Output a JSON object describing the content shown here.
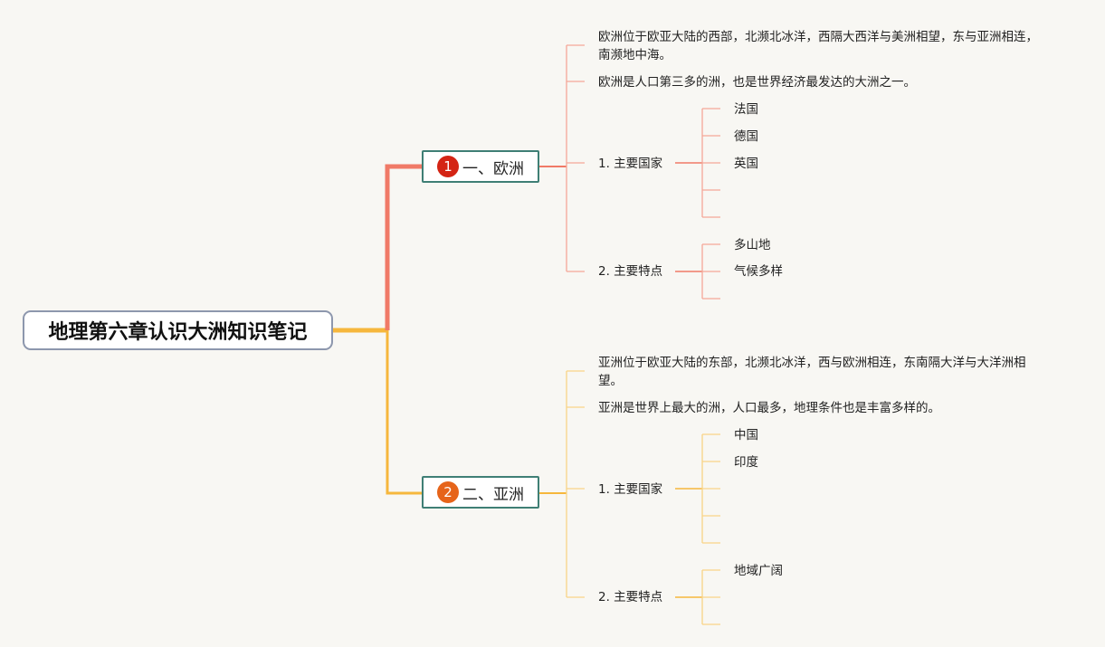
{
  "root": {
    "title": "地理第六章认识大洲知识笔记"
  },
  "colors": {
    "europe": "#f07a67",
    "asia": "#f6b73c"
  },
  "branches": [
    {
      "number": "1",
      "title": "一、欧洲",
      "badge_color": "#d42414",
      "intro": [
        "欧洲位于欧亚大陆的西部，北濒北冰洋，西隔大西洋与美洲相望，东与亚洲相连，南濒地中海。",
        "欧洲是人口第三多的洲，也是世界经济最发达的大洲之一。"
      ],
      "groups": [
        {
          "label": "1. 主要国家",
          "items": [
            "法国",
            "德国",
            "英国",
            "",
            ""
          ]
        },
        {
          "label": "2. 主要特点",
          "items": [
            "多山地",
            "气候多样",
            ""
          ]
        }
      ]
    },
    {
      "number": "2",
      "title": "二、亚洲",
      "badge_color": "#e6641a",
      "intro": [
        "亚洲位于欧亚大陆的东部，北濒北冰洋，西与欧洲相连，东南隔大洋与大洋洲相望。",
        "亚洲是世界上最大的洲，人口最多，地理条件也是丰富多样的。"
      ],
      "groups": [
        {
          "label": "1. 主要国家",
          "items": [
            "中国",
            "印度",
            "",
            "",
            ""
          ]
        },
        {
          "label": "2. 主要特点",
          "items": [
            "地域广阔",
            "",
            ""
          ]
        }
      ]
    }
  ]
}
